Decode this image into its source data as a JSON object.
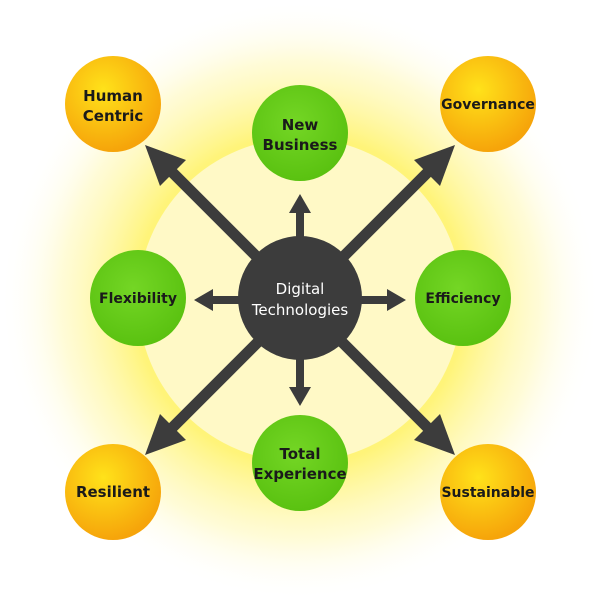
{
  "center": {
    "line1": "Digital",
    "line2": "Technologies"
  },
  "inner_nodes": {
    "top": [
      "New",
      "Business"
    ],
    "left": [
      "Flexibility"
    ],
    "right": [
      "Efficiency"
    ],
    "bottom": [
      "Total",
      "Experience"
    ]
  },
  "outer_nodes": {
    "top_left": [
      "Human",
      "Centric"
    ],
    "top_right": [
      "Governance"
    ],
    "bottom_left": [
      "Resilient"
    ],
    "bottom_right": [
      "Sustainable"
    ]
  },
  "colors": {
    "center_fill": "#3c3c3c",
    "inner_fill": "#66cc1a",
    "outer_fill": "#fcbf0a",
    "arrow": "#3c3c3c",
    "glow": "#fff36a",
    "ring": "#fff9c4"
  }
}
